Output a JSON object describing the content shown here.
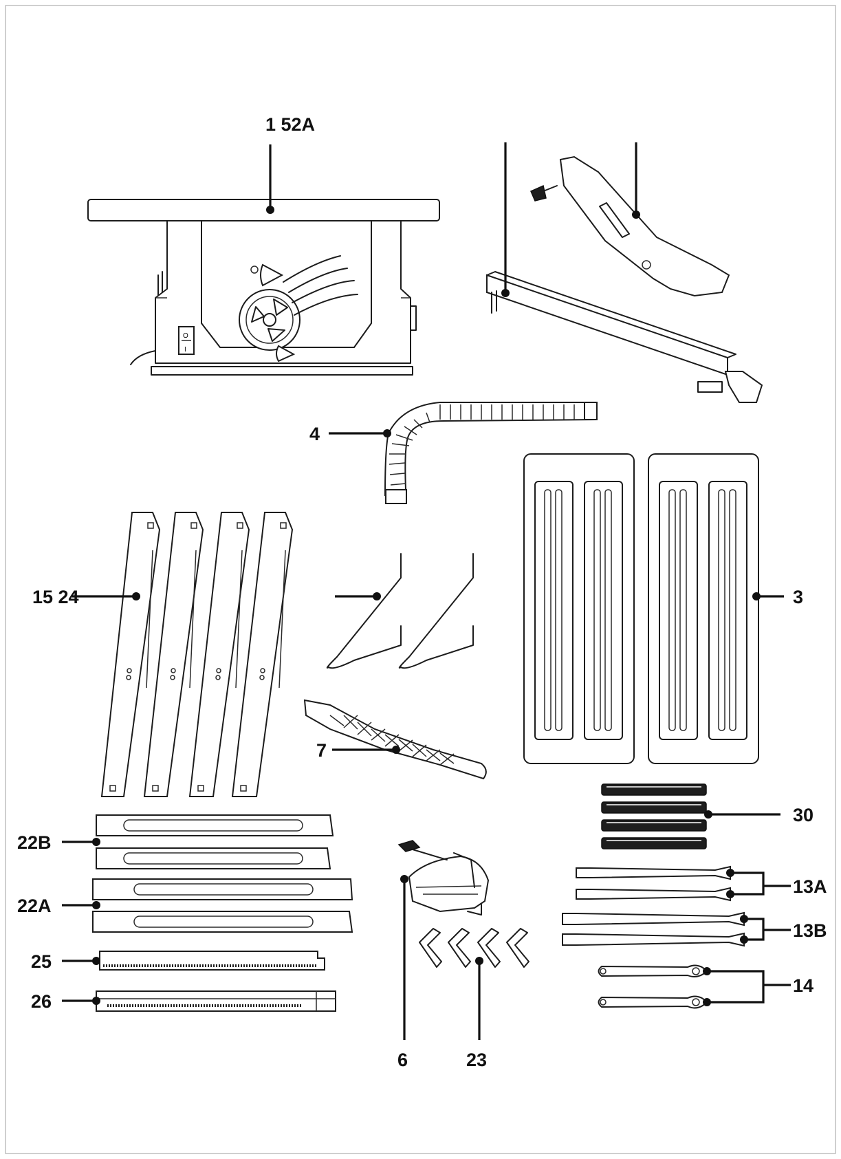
{
  "colors": {
    "line": "#1c1c1c",
    "background": "#ffffff",
    "frame": "#cfcfcf"
  },
  "labels": {
    "p1_52a": "1 52A",
    "p4": "4",
    "p15_24": "15 24",
    "p3": "3",
    "p7": "7",
    "p30": "30",
    "p22b": "22B",
    "p22a": "22A",
    "p13a": "13A",
    "p13b": "13B",
    "p25": "25",
    "p26": "26",
    "p14": "14",
    "p6": "6",
    "p23": "23"
  }
}
